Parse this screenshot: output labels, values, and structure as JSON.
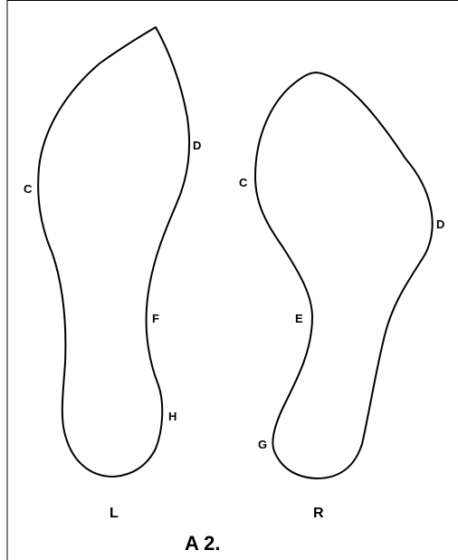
{
  "figure": {
    "label": "A 2."
  },
  "left_foot": {
    "side_label": "L",
    "points": {
      "c": "C",
      "d": "D",
      "f": "F",
      "h": "H"
    }
  },
  "right_foot": {
    "side_label": "R",
    "points": {
      "c": "C",
      "d": "D",
      "e": "E",
      "g": "G"
    }
  },
  "colors": {
    "ink": "#000000",
    "background": "#ffffff"
  }
}
